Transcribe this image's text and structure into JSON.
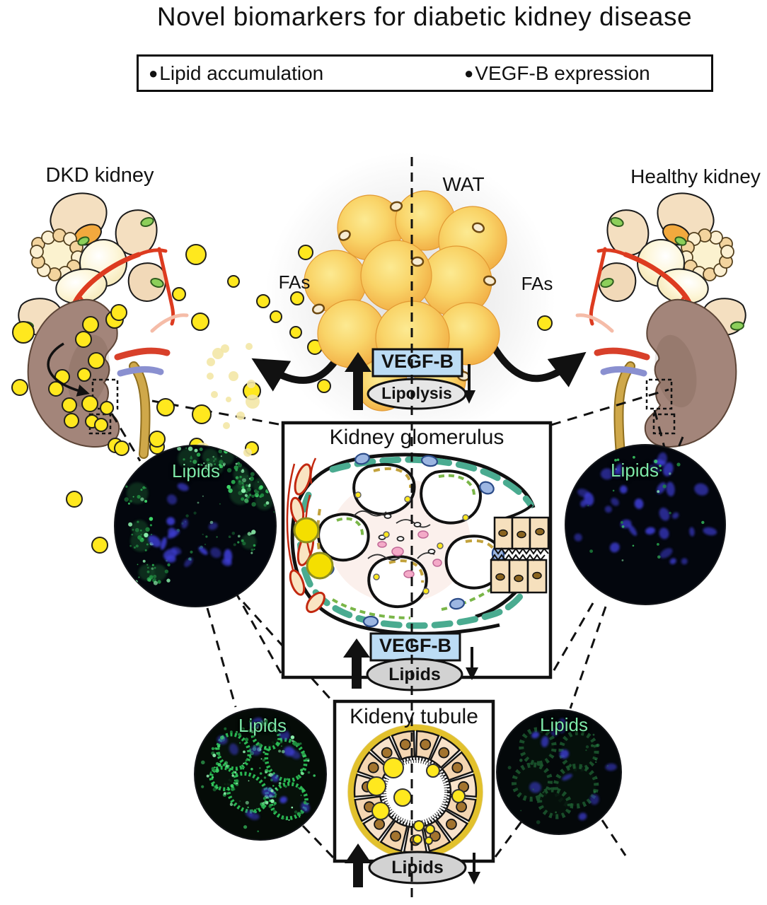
{
  "title": "Novel biomarkers for diabetic kidney disease",
  "legend": {
    "bullet": "●",
    "items": [
      {
        "label": "Lipid accumulation"
      },
      {
        "label": "VEGF-B expression"
      }
    ]
  },
  "labels": {
    "dkd_kidney": "DKD kidney",
    "wat": "WAT",
    "healthy_kidney": "Healthy kidney",
    "fas_left": "FAs",
    "fas_right": "FAs"
  },
  "wat_panel": {
    "vegfb": "VEGF-B",
    "lipolysis": "Lipolysis"
  },
  "glomerulus_panel": {
    "title": "Kidney glomerulus",
    "vegfb": "VEGF-B",
    "lipids": "Lipids"
  },
  "tubule_panel": {
    "title": "Kideny tubule",
    "lipids": "Lipids"
  },
  "micrographs": {
    "glom_dkd": {
      "label": "Lipids"
    },
    "glom_healthy": {
      "label": "Lipids"
    },
    "tubule_dkd": {
      "label": "Lipids"
    },
    "tubule_healthy": {
      "label": "Lipids"
    }
  },
  "colors": {
    "lipid_yellow": "#ffe81e",
    "vegfb_box_fill": "#bcdcf4",
    "micrograph_label_green": "#7de8a8",
    "status_ellipse_gray": "#d2d2d2",
    "kidney_brown": "#a3857a",
    "adipocyte_orange": "#f4b44a",
    "stain_green": "#3fd96a",
    "stain_blue": "#3c3ccc"
  }
}
